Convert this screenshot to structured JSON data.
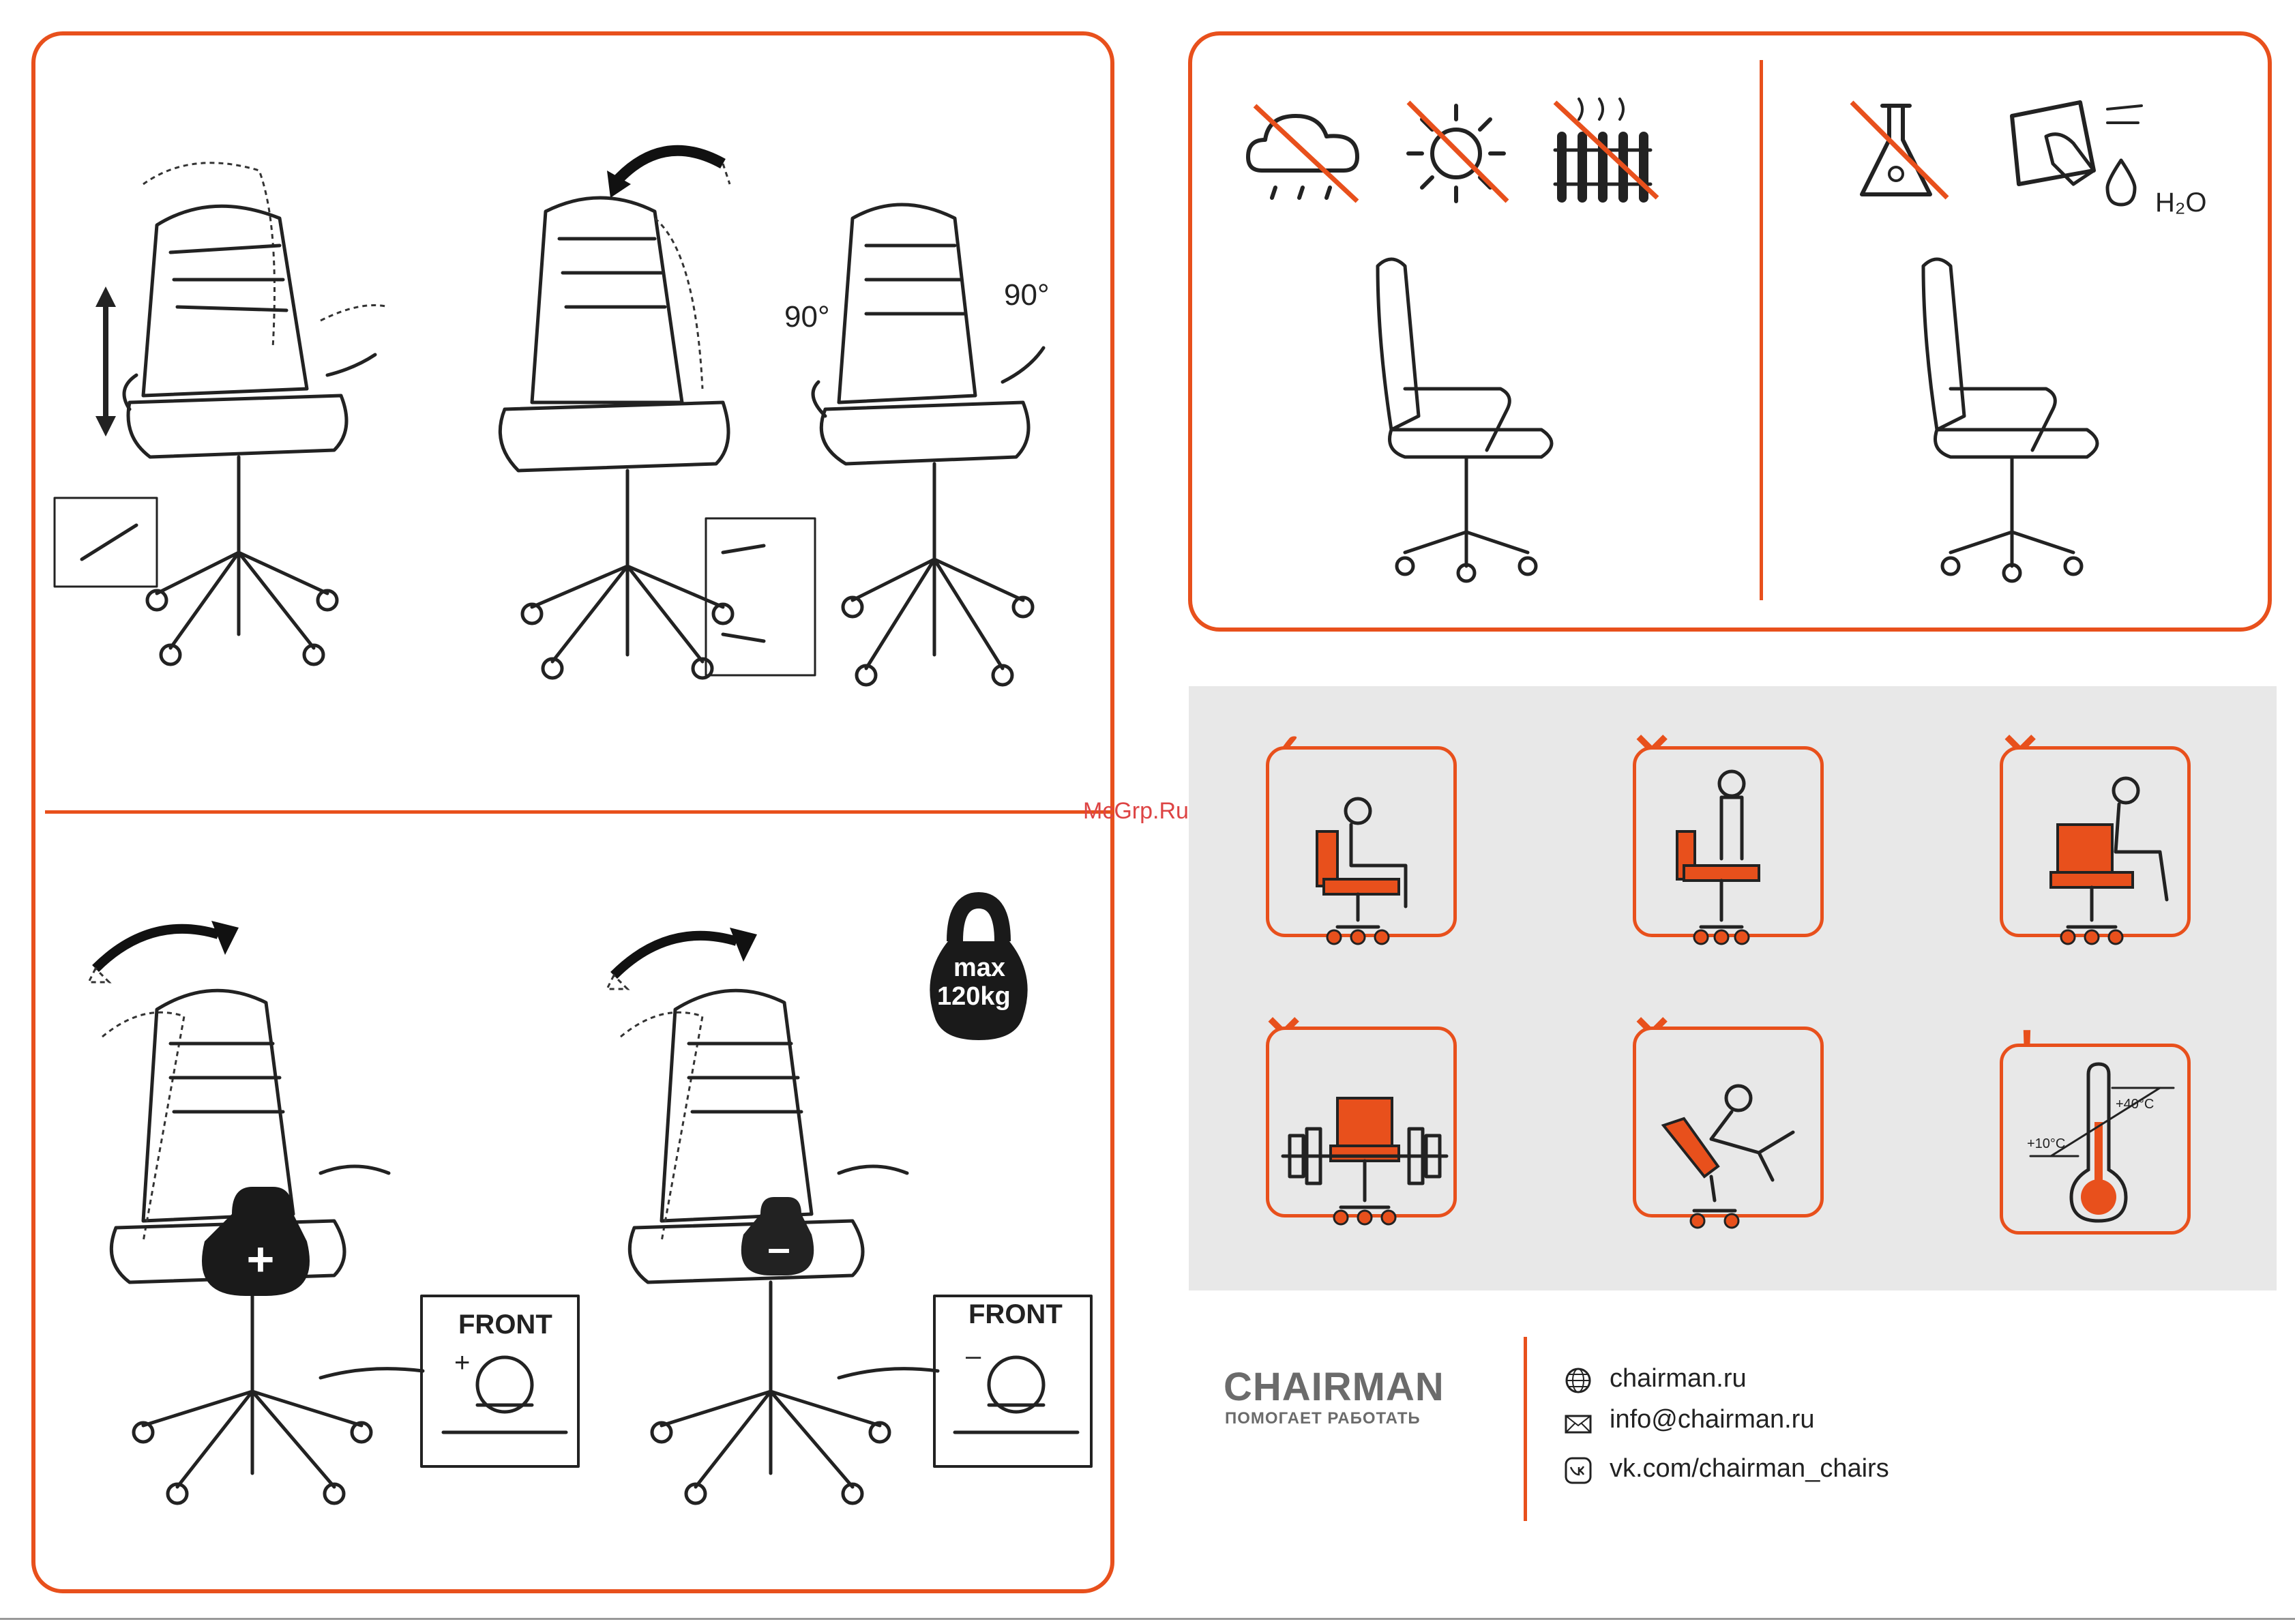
{
  "annotations": {
    "angle_left": "90°",
    "angle_right": "90°",
    "front_label_1": "FRONT",
    "front_label_2": "FRONT",
    "plus_sign": "+",
    "minus_sign": "–",
    "kettlebell_max": "max",
    "kettlebell_weight": "120kg"
  },
  "watermark": "McGrp.Ru",
  "temperature": {
    "low": "+10°C",
    "high": "+40°C"
  },
  "brand": {
    "name": "CHAIRMAN",
    "tagline": "ПОМОГАЕТ РАБОТАТЬ"
  },
  "contacts": [
    {
      "icon": "globe-icon",
      "text": "chairman.ru"
    },
    {
      "icon": "mail-icon",
      "text": "info@chairman.ru"
    },
    {
      "icon": "vk-icon",
      "text": "vk.com/chairman_chairs"
    }
  ],
  "water_label": "H₂O",
  "colors": {
    "accent": "#e8501c",
    "panel_grey": "#e8e8e8",
    "ink": "#222222"
  },
  "usage_marks": [
    "✓",
    "✕",
    "✕",
    "✕",
    "✕",
    "!"
  ]
}
